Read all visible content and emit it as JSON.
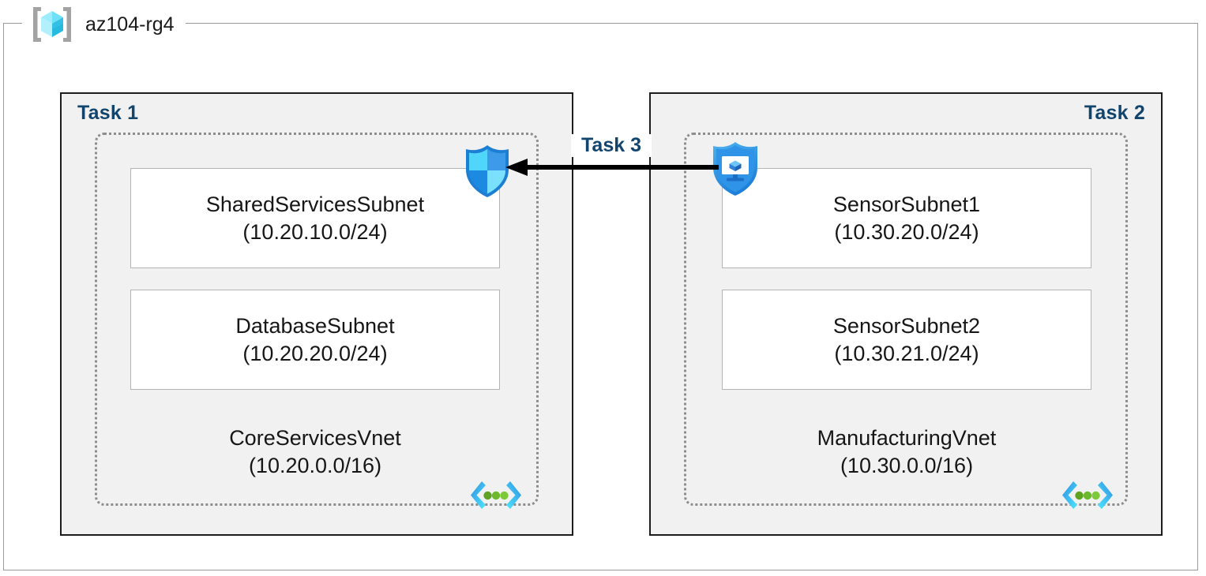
{
  "resource_group": {
    "name": "az104-rg4",
    "icon": "resource-group-cube-icon"
  },
  "tasks": [
    {
      "id": "task1",
      "label": "Task 1",
      "align": "left"
    },
    {
      "id": "task2",
      "label": "Task 2",
      "align": "right"
    },
    {
      "id": "task3",
      "label": "Task 3"
    }
  ],
  "vnets": [
    {
      "id": "vnet1",
      "name": "CoreServicesVnet",
      "cidr": "(10.20.0.0/16)",
      "icon": "virtual-network-icon",
      "subnets": [
        {
          "id": "shared",
          "name": "SharedServicesSubnet",
          "cidr": "(10.20.10.0/24)"
        },
        {
          "id": "database",
          "name": "DatabaseSubnet",
          "cidr": "(10.20.20.0/24)"
        }
      ]
    },
    {
      "id": "vnet2",
      "name": "ManufacturingVnet",
      "cidr": "(10.30.0.0/16)",
      "icon": "virtual-network-icon",
      "subnets": [
        {
          "id": "sensor1",
          "name": "SensorSubnet1",
          "cidr": "(10.30.20.0/24)"
        },
        {
          "id": "sensor2",
          "name": "SensorSubnet2",
          "cidr": "(10.30.21.0/24)"
        }
      ]
    }
  ],
  "icons": {
    "nsg": "network-security-group-shield-icon",
    "bastion": "bastion-protected-vm-shield-icon",
    "connector": "left-arrow-connector"
  },
  "colors": {
    "task_label": "#12456e",
    "task_box_fill": "#f1f1f1",
    "task_box_border": "#1d1d1d",
    "vnet_boundary": "#8d8d8d",
    "subnet_border": "#b4b4b4",
    "frame_border": "#9a9a9a",
    "arrow": "#000000",
    "azure_blue": "#2d9bf0",
    "azure_cyan": "#50e6ff",
    "vnet_dot_green": "#5ea321"
  }
}
